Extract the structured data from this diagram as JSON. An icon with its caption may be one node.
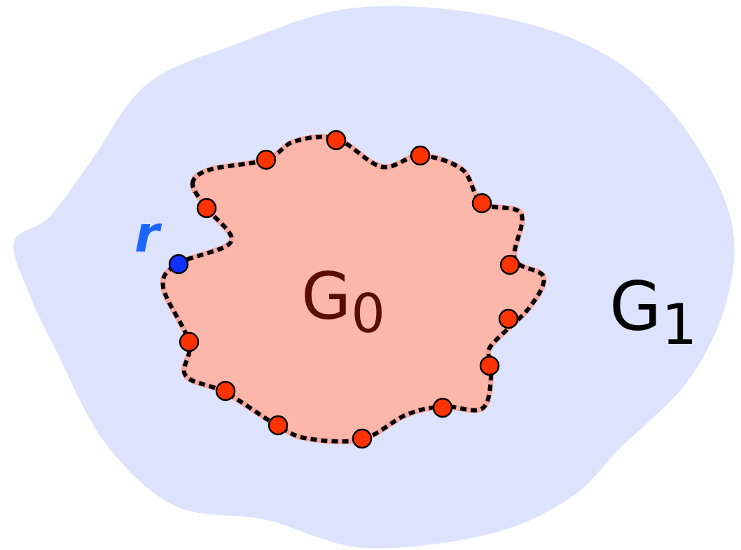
{
  "diagram": {
    "nodes": [
      {
        "text": [
          "G$_{1}$"
        ]
      },
      {
        "text": [
          "G$_{0}$"
        ],
        "in": 0
      }
    ],
    "labels": [
      "r"
    ]
  }
}
